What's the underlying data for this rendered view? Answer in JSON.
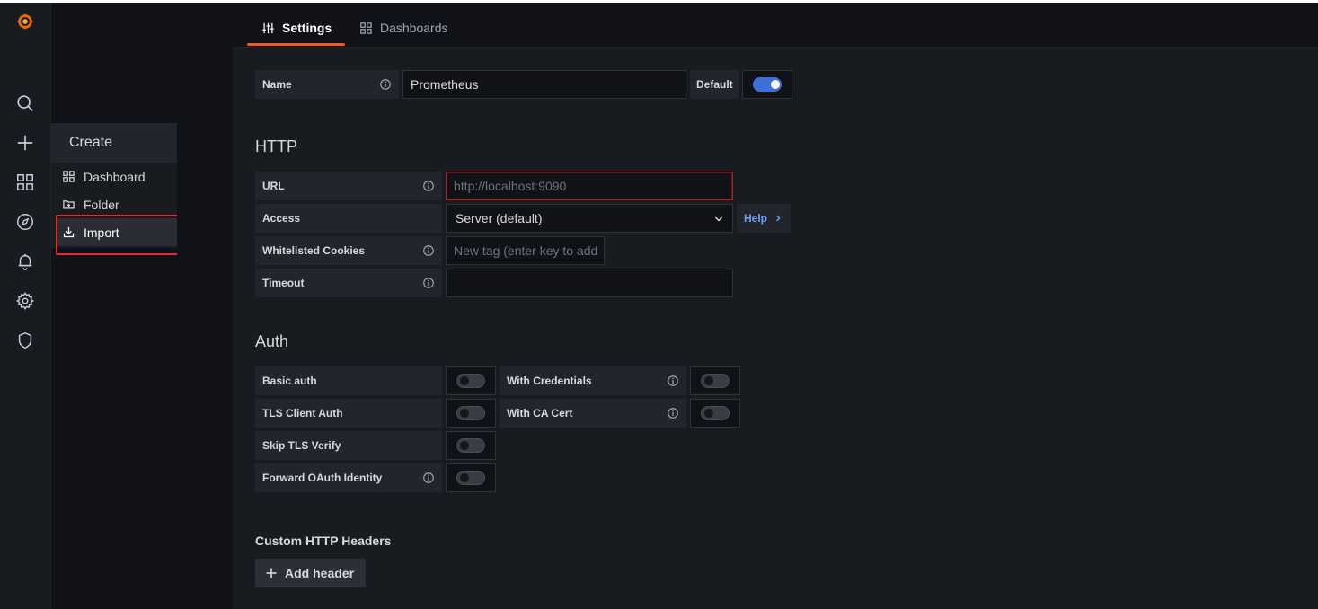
{
  "sidebar": {
    "icons": [
      "grafana-logo",
      "search-icon",
      "plus-icon",
      "dashboards-icon",
      "explore-icon",
      "alerting-icon",
      "gear-icon",
      "shield-icon"
    ]
  },
  "create_menu": {
    "header": "Create",
    "items": [
      {
        "label": "Dashboard",
        "icon": "dashboards-icon"
      },
      {
        "label": "Folder",
        "icon": "folder-plus-icon"
      },
      {
        "label": "Import",
        "icon": "import-icon"
      }
    ]
  },
  "tabs": [
    {
      "label": "Settings",
      "icon": "sliders-icon",
      "active": true
    },
    {
      "label": "Dashboards",
      "icon": "dashboards-icon",
      "active": false
    }
  ],
  "name_row": {
    "label": "Name",
    "value": "Prometheus",
    "default_label": "Default",
    "default_on": true
  },
  "http": {
    "title": "HTTP",
    "url_label": "URL",
    "url_placeholder": "http://localhost:9090",
    "access_label": "Access",
    "access_value": "Server (default)",
    "help_label": "Help",
    "cookies_label": "Whitelisted Cookies",
    "cookies_placeholder": "New tag (enter key to add",
    "timeout_label": "Timeout",
    "timeout_value": ""
  },
  "auth": {
    "title": "Auth",
    "basic_auth": "Basic auth",
    "with_credentials": "With Credentials",
    "tls_client_auth": "TLS Client Auth",
    "with_ca_cert": "With CA Cert",
    "skip_tls_verify": "Skip TLS Verify",
    "forward_oauth": "Forward OAuth Identity"
  },
  "custom_headers": {
    "title": "Custom HTTP Headers",
    "add_label": "Add header"
  },
  "colors": {
    "accent": "#f05a28",
    "toggle_on": "#3d71d9",
    "link": "#6e9fff",
    "highlight_box": "#e02f2f"
  }
}
